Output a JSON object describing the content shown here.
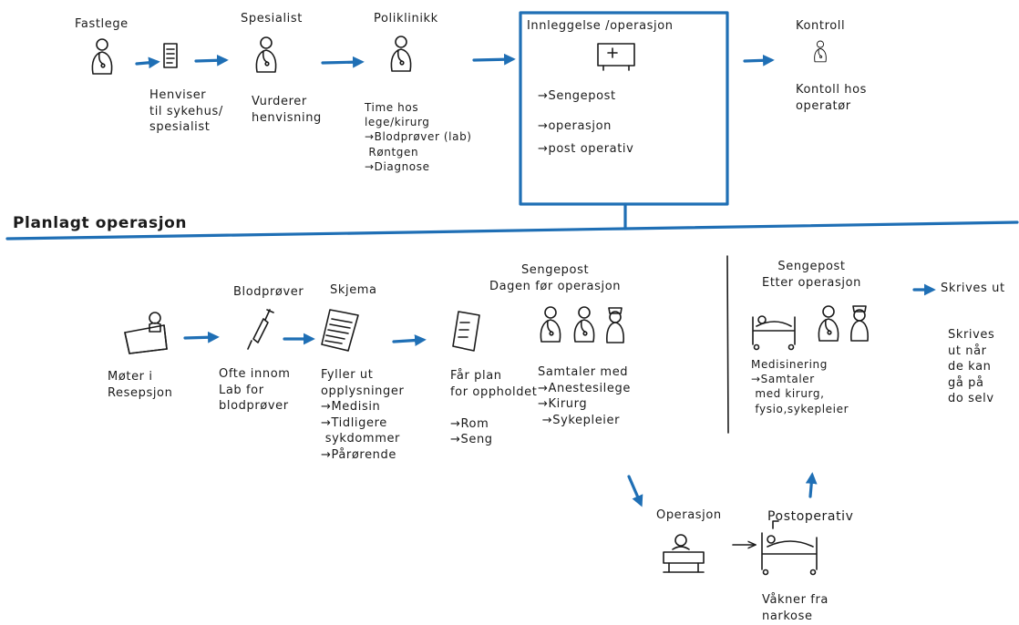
{
  "colors": {
    "ink": "#1b1b1b",
    "accent": "#1f6fb5",
    "background": "#ffffff"
  },
  "top": {
    "fastlege": {
      "title": "Fastlege",
      "caption": "Henviser\ntil sykehus/\nspesialist"
    },
    "spesialist": {
      "title": "Spesialist",
      "caption": "Vurderer\nhenvisning"
    },
    "poliklinikk": {
      "title": "Poliklinikk",
      "caption": "Time hos\nlege/kirurg\n→Blodprøver (lab)\n Røntgen\n→Diagnose"
    },
    "innleggelse": {
      "title": "Innleggelse /operasjon",
      "items": [
        "→Sengepost",
        "→operasjon",
        "→post operativ"
      ]
    },
    "kontroll": {
      "title": "Kontroll",
      "caption": "Kontoll hos\noperatør"
    }
  },
  "section_title": "Planlagt operasjon",
  "bottom": {
    "resepsjon": {
      "caption": "Møter i\nResepsjon"
    },
    "blodprover": {
      "title": "Blodprøver",
      "caption": "Ofte innom\nLab for\nblodprøver"
    },
    "skjema": {
      "title": "Skjema",
      "caption": "Fyller ut\nopplysninger\n→Medisin\n→Tidligere\n sykdommer\n→Pårørende"
    },
    "plan": {
      "caption": "Får plan\nfor oppholdet\n\n→Rom\n→Seng"
    },
    "sengepost_for": {
      "title": "Sengepost\nDagen før operasjon",
      "caption": "Samtaler med\n→Anestesilege\n→Kirurg\n →Sykepleier"
    },
    "sengepost_etter": {
      "title": "Sengepost\nEtter operasjon",
      "caption": "Medisinering\n→Samtaler\n med kirurg,\n fysio,sykepleier"
    },
    "skrives_ut": {
      "title": "Skrives ut",
      "caption": "Skrives\nut når\nde kan\ngå på\ndo selv"
    },
    "operasjon": {
      "title": "Operasjon"
    },
    "postoperativ": {
      "title": "Postoperativ",
      "caption": "Våkner fra\nnarkose"
    }
  },
  "icons": [
    "doctor-icon",
    "referral-document-icon",
    "hospital-sign-icon",
    "reception-desk-icon",
    "syringe-icon",
    "form-icon",
    "plan-document-icon",
    "nurse-icon",
    "hospital-bed-icon",
    "operating-table-icon"
  ]
}
